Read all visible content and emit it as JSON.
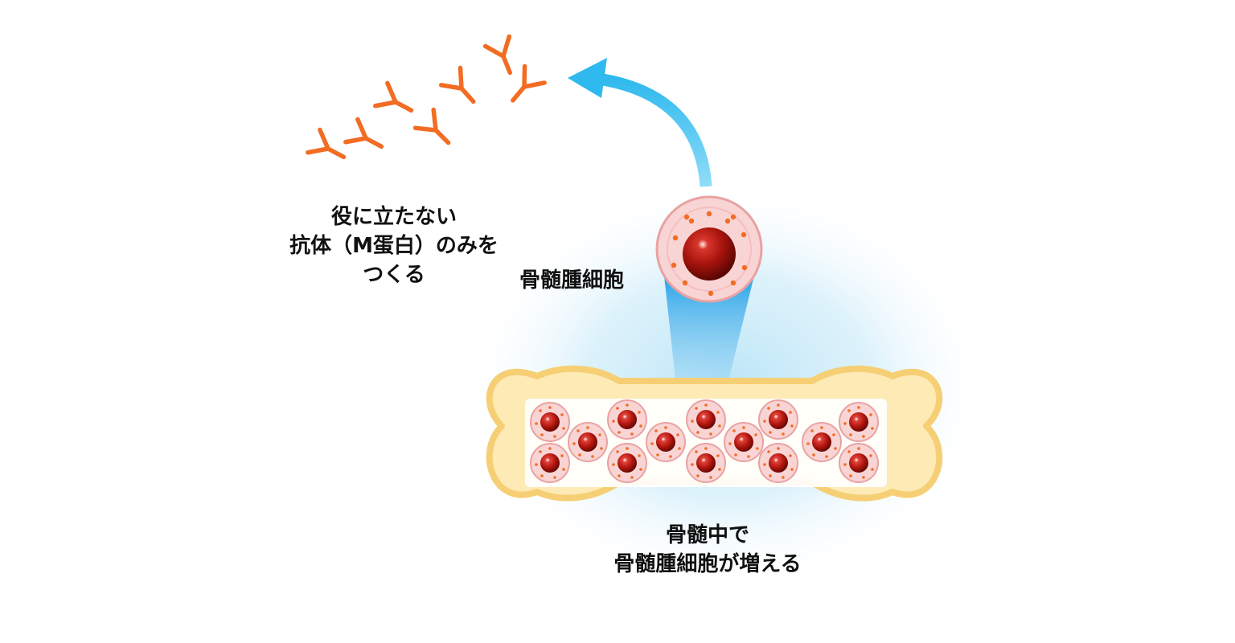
{
  "labels": {
    "antibody_line1": "役に立たない",
    "antibody_line2": "抗体（M蛋白）のみを",
    "antibody_line3": "つくる",
    "cell": "骨髄腫細胞",
    "bone_line1": "骨髄中で",
    "bone_line2": "骨髄腫細胞が増える"
  },
  "colors": {
    "antibody": "#f26c23",
    "arrow": "#3fc4ef",
    "bone_fill": "#fdeab5",
    "bone_stroke": "#f6cf75",
    "marrow": "#ffffff",
    "cell_fill": "#f9d4d4",
    "cell_stroke": "#e9a2a2",
    "nucleus": "#a8140d",
    "granule": "#f26c23",
    "glow": "#bfe8f8",
    "beam": "#2ea8e8",
    "text": "#111111"
  },
  "icons": {
    "antibody": "y-shaped-antibody",
    "arrow": "curved-arrow",
    "cell": "myeloma-cell",
    "bone": "bone"
  }
}
